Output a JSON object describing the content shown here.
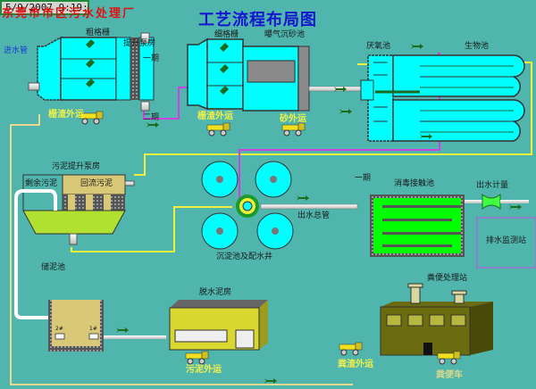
{
  "header": {
    "plant_name": "东莞市市区污水处理厂",
    "title": "工艺流程布局图",
    "datetime": "5/9/2007  9:19:1"
  },
  "labels": {
    "inlet_pipe": "进水管",
    "coarse_screen": "粗格栅",
    "lift_pump_house": "提升泵房",
    "phase_one_top": "一期",
    "phase_two": "二期",
    "fine_screen": "细格栅",
    "aerated_grit_chamber": "曝气沉砂池",
    "anaerobic_tank": "厌氧池",
    "bio_tank": "生物池",
    "screenings_out_1": "栅渣外运",
    "screenings_out_2": "栅渣外运",
    "grit_out": "砂外运",
    "sludge_lift_pump_house": "污泥提升泵房",
    "excess_sludge": "剩余污泥",
    "return_sludge": "回流污泥",
    "sludge_storage": "储泥池",
    "clarifier": "沉淀池及配水井",
    "outlet_main": "出水总管",
    "phase_one_mid": "一期",
    "disinfection_tank": "消毒接触池",
    "effluent_meter": "出水计量",
    "discharge_monitor": "排水监测站",
    "dewatering_house": "脱水泥房",
    "sludge_out": "污泥外运",
    "night_soil_station": "粪便处理站",
    "night_soil_residue_out": "粪渣外运",
    "night_soil_truck": "粪便车",
    "tag_2": "2#",
    "tag_1": "1#"
  },
  "colors": {
    "background": "#4fb5ad",
    "tank_cyan": "#00ffff",
    "pipe_yellow": "#f0f03c",
    "pipe_magenta": "#d040e0",
    "pipe_beige": "#e8d890",
    "sludge_green": "#b0e030",
    "disinfect_green": "#00ff00",
    "building_yellow": "#d8d830",
    "building_olive": "#6b6b10",
    "title_blue": "#1515d0",
    "plant_red": "#e01010"
  }
}
